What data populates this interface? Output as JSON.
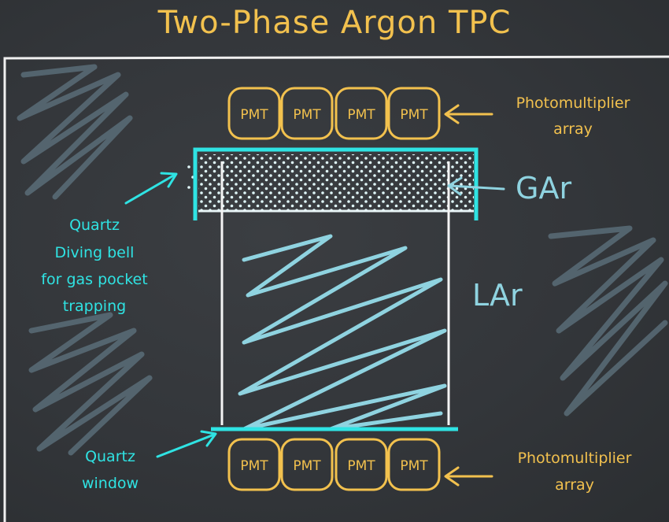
{
  "title": "Two-Phase Argon TPC",
  "pmt": {
    "top": [
      "PMT",
      "PMT",
      "PMT",
      "PMT"
    ],
    "bottom": [
      "PMT",
      "PMT",
      "PMT",
      "PMT"
    ]
  },
  "labels": {
    "pmt_top": [
      "Photomultiplier",
      "array"
    ],
    "pmt_bottom": [
      "Photomultiplier",
      "array"
    ],
    "gar": "GAr",
    "lar": "LAr",
    "diving_bell": [
      "Quartz",
      "Diving bell",
      "for gas pocket",
      "trapping"
    ],
    "window": [
      "Quartz",
      "window"
    ]
  },
  "colors": {
    "chalkboard": "#33363a",
    "yellow": "#f2c14e",
    "cyan": "#2fe3e3",
    "light_cyan": "#8fd3e0",
    "white": "#f4f4f4"
  }
}
